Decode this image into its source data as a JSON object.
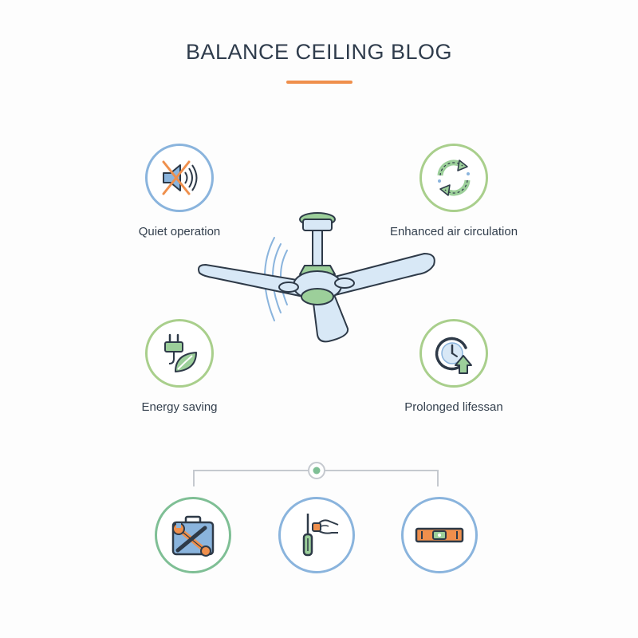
{
  "title": "BALANCE CEILING BLOG",
  "colors": {
    "accent": "#ef8f4c",
    "circle_blue": "#8ab4dd",
    "circle_green": "#a9cf8c",
    "fan_blue": "#d8e8f6",
    "fan_green": "#9ccf9a"
  },
  "features": [
    {
      "label": "Quiet operation",
      "icon": "muted-speaker-icon"
    },
    {
      "label": "Enhanced air circulation",
      "icon": "circular-arrows-icon"
    },
    {
      "label": "Energy saving",
      "icon": "plug-leaf-icon"
    },
    {
      "label": "Prolonged lifessan",
      "icon": "clock-arrow-up-icon"
    }
  ],
  "tools": [
    {
      "icon": "toolbox-wrench-icon"
    },
    {
      "icon": "hand-screwdriver-icon"
    },
    {
      "icon": "spirit-level-icon"
    }
  ]
}
